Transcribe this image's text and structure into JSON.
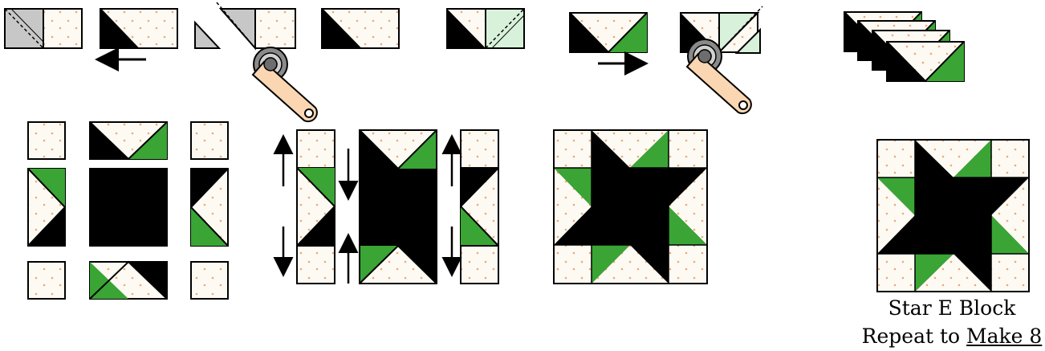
{
  "caption": {
    "block_name": "Star E Block",
    "repeat_prefix": "Repeat to ",
    "repeat_emphasis": "Make 8"
  },
  "colors": {
    "background": "#fdfaf3",
    "dot": "#f0a878",
    "dark": "#000000",
    "green": "#3aa535",
    "light_green": "#d8f1da",
    "trim_gray": "#c7c7c7",
    "cutter_handle": "#fad6b2",
    "cutter_blade": "#909090"
  },
  "icons": [
    "rotary-cutter-icon",
    "arrow-left-icon",
    "arrow-right-icon",
    "arrow-up-icon",
    "arrow-down-icon"
  ]
}
